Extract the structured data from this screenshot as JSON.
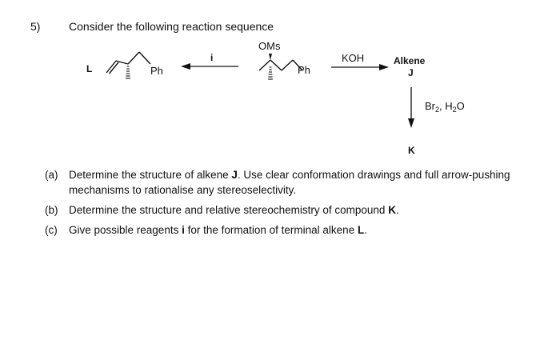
{
  "question": {
    "number": "5)",
    "intro": "Consider the following reaction sequence"
  },
  "scheme": {
    "label_L": "L",
    "ph_left": "Ph",
    "reagent_i": "i",
    "oms": "OMs",
    "ph_middle": "Ph",
    "koh": "KOH",
    "alkene_label": "Alkene",
    "label_J": "J",
    "br2_h2o": {
      "br": "Br",
      "sub2": "2",
      "mid": ", H",
      "sub_h": "2",
      "o": "O"
    },
    "label_K": "K"
  },
  "parts": [
    {
      "label": "(a)",
      "pre": "Determine the structure of alkene ",
      "bold": "J",
      "post": ". Use clear conformation drawings and full arrow-pushing mechanisms to rationalise any stereoselectivity."
    },
    {
      "label": "(b)",
      "pre": "Determine the structure and relative stereochemistry of compound ",
      "bold": "K",
      "post": "."
    },
    {
      "label": "(c)",
      "pre": "Give possible reagents ",
      "bold": "i",
      "post": " for the formation of terminal alkene ",
      "bold2": "L",
      "post2": "."
    }
  ]
}
